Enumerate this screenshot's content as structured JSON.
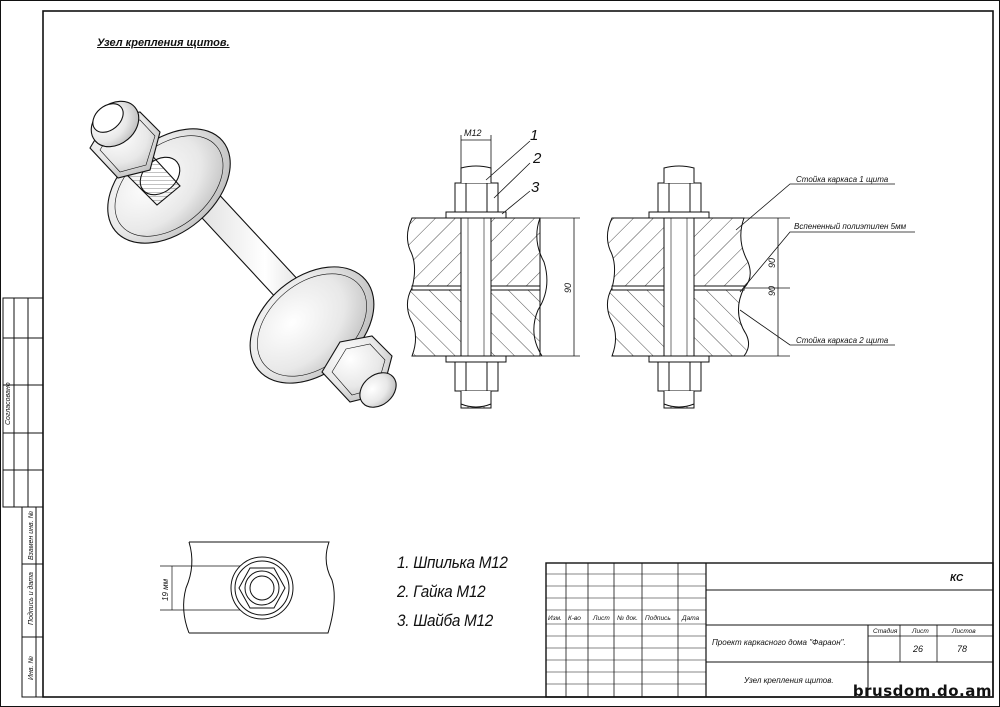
{
  "sheet_title": "Узел крепления щитов.",
  "legend": {
    "items": [
      "1. Шпилька М12",
      "2. Гайка М12",
      "3. Шайба М12"
    ]
  },
  "section": {
    "stud_label": "М12",
    "callouts": [
      "1",
      "2",
      "3"
    ],
    "dim_total": "90",
    "dim_upper": "90",
    "dim_lower": "90",
    "label_post1": "Стойка каркаса 1 щита",
    "label_foam": "Вспененный полиэтилен 5мм",
    "label_post2": "Стойка каркаса 2 щита"
  },
  "plan_view": {
    "dim": "19 мм"
  },
  "side_stamp": {
    "agreed": "Согласовано",
    "replaces": "Взамен инв. №",
    "sign_date": "Подпись и дата",
    "inv": "Инв. №"
  },
  "title_block": {
    "code": "КС",
    "col_headers": [
      "Изм.",
      "К-во",
      "Лист",
      "№ док.",
      "Подпись",
      "Дата"
    ],
    "project": "Проект каркасного дома  \"Фараон\".",
    "stage_label": "Стадия",
    "sheet_label": "Лист",
    "sheets_label": "Листов",
    "sheet_no": "26",
    "sheets_total": "78",
    "drawing_name": "Узел крепления щитов."
  },
  "watermark": "brusdom.do.am"
}
